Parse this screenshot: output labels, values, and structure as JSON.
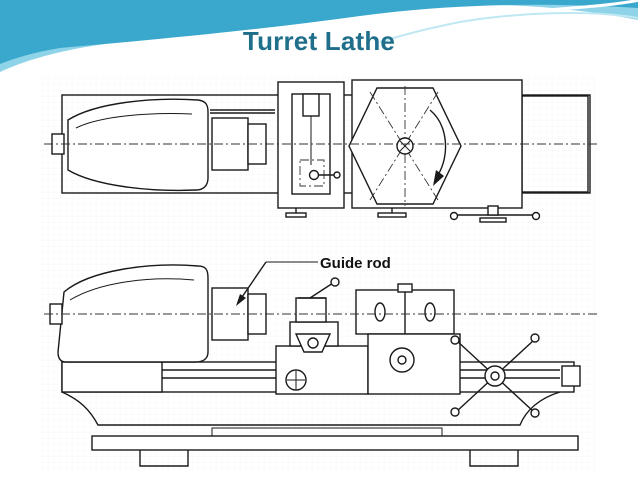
{
  "slide": {
    "title": "Turret Lathe",
    "accent_color": "#1f6f8b",
    "header_wave_colors": [
      "#8fd3e8",
      "#3aa7cc",
      "#e9f7fb"
    ]
  },
  "diagram": {
    "labels": {
      "guide_rod": "Guide rod"
    },
    "views": [
      "top-view",
      "front-view"
    ]
  }
}
